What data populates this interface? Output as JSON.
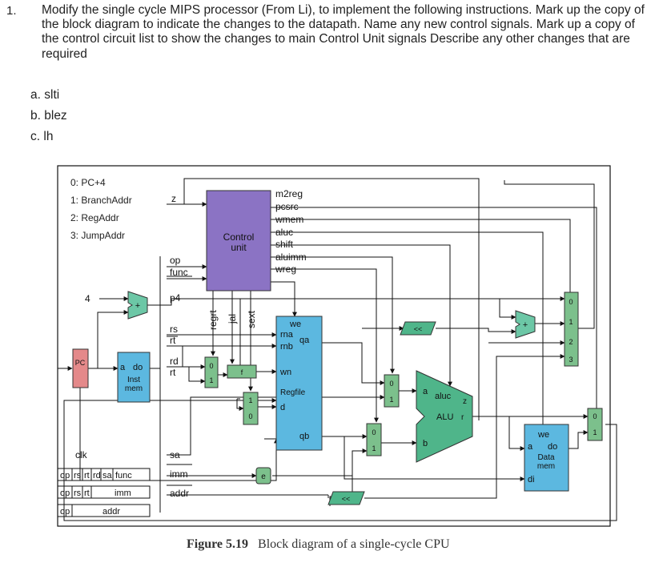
{
  "question": {
    "number": "1.",
    "text": "Modify the single cycle MIPS processor (From Li), to implement the following instructions. Mark up the copy of the block diagram to indicate the changes to the datapath. Name any new control signals. Mark up a copy of the control circuit list to show the changes to main Control Unit signals Describe any other changes that are required",
    "items": [
      {
        "letter": "a.",
        "text": "slti"
      },
      {
        "letter": "b.",
        "text": "blez"
      },
      {
        "letter": "c.",
        "text": "lh"
      }
    ]
  },
  "diagram": {
    "legend": [
      "0: PC+4",
      "1: BranchAddr",
      "2: RegAddr",
      "3: JumpAddr"
    ],
    "control_unit": {
      "line1": "Control",
      "line2": "unit"
    },
    "control_outputs": [
      "m2reg",
      "pcsrc",
      "wmem",
      "aluc",
      "shift",
      "aluimm",
      "wreg"
    ],
    "control_inputs": {
      "z": "z",
      "op": "op",
      "func": "func"
    },
    "vertical_signals": [
      "regrt",
      "jal",
      "sext"
    ],
    "instr_fields": {
      "p4": "p4",
      "rs": "rs",
      "rt": "rt",
      "rd": "rd",
      "rt2": "rt",
      "sa": "sa",
      "imm": "imm",
      "addr": "addr"
    },
    "pc": {
      "label": "PC",
      "clk": "clk"
    },
    "const_four": "4",
    "adder": "+",
    "inst_mem": {
      "a": "a",
      "do": "do",
      "name1": "Inst",
      "name2": "mem"
    },
    "regfile": {
      "we": "we",
      "rna": "rna",
      "rnb": "rnb",
      "qa": "qa",
      "wn": "wn",
      "name": "Regfile",
      "d": "d",
      "qb": "qb"
    },
    "alu": {
      "a": "a",
      "aluc": "aluc",
      "z": "z",
      "name": "ALU",
      "r": "r",
      "b": "b"
    },
    "data_mem": {
      "we": "we",
      "a": "a",
      "do": "do",
      "name1": "Data",
      "name2": "mem",
      "di": "di"
    },
    "sign_ext": "e",
    "shifter": "<<",
    "mux_labels": {
      "m2": [
        "0",
        "1"
      ],
      "m1": [
        "f"
      ],
      "m3": [
        "1",
        "0"
      ],
      "mux4": [
        "0",
        "1",
        "2",
        "3"
      ],
      "alu_a": [
        "0",
        "1"
      ],
      "alu_b": [
        "0",
        "1"
      ],
      "out": [
        "0",
        "1"
      ]
    },
    "formats": {
      "r": [
        "op",
        "rs",
        "rt",
        "rd",
        "sa",
        "func"
      ],
      "i": [
        "op",
        "rs",
        "rt",
        "imm"
      ],
      "j": [
        "op",
        "addr"
      ]
    }
  },
  "caption": {
    "label": "Figure 5.19",
    "text": "Block diagram of a single-cycle CPU"
  },
  "colors": {
    "control": "#8b73c4",
    "block": "#5cb8e0",
    "mux": "#7cc08c",
    "alu": "#4fb58a",
    "line": "#111111"
  }
}
